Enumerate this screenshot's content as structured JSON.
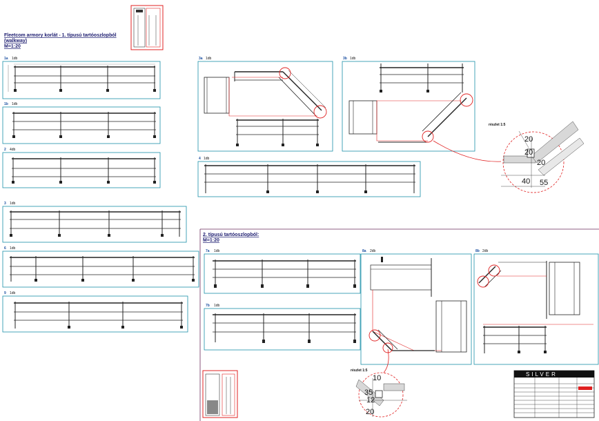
{
  "drawing": {
    "section1_title": "Fleetcom armory korlát - 1. típusú tartóoszlopból",
    "section1_subtitle": "(walkway)",
    "section1_scale": "M=1:20",
    "section2_title": "2. típusú tartóoszlopból:",
    "section2_scale": "M=1:20",
    "detail_label_1": "részlet 1:5",
    "detail_label_2": "részlet 1:5",
    "detail_dims_1": [
      "20",
      "20",
      "20",
      "40",
      "55"
    ],
    "detail_dims_2": [
      "10",
      "35",
      "12",
      "20"
    ]
  },
  "views": [
    {
      "id": "1a",
      "qty": "1db"
    },
    {
      "id": "1b",
      "qty": "1db"
    },
    {
      "id": "2",
      "qty": "4db"
    },
    {
      "id": "3",
      "qty": "1db"
    },
    {
      "id": "6",
      "qty": "1db"
    },
    {
      "id": "9",
      "qty": "1db"
    },
    {
      "id": "3a",
      "qty": "1db"
    },
    {
      "id": "3b",
      "qty": "1db"
    },
    {
      "id": "4",
      "qty": "1db"
    },
    {
      "id": "7a",
      "qty": "1db"
    },
    {
      "id": "7b",
      "qty": "1db"
    },
    {
      "id": "8a",
      "qty": "2db"
    },
    {
      "id": "8b",
      "qty": "2db"
    }
  ],
  "title_block": {
    "company": "SILVER"
  },
  "colors": {
    "frame": "#1a8fa8",
    "highlight": "#e02020",
    "line": "#222222",
    "title": "#1a1a6e"
  }
}
